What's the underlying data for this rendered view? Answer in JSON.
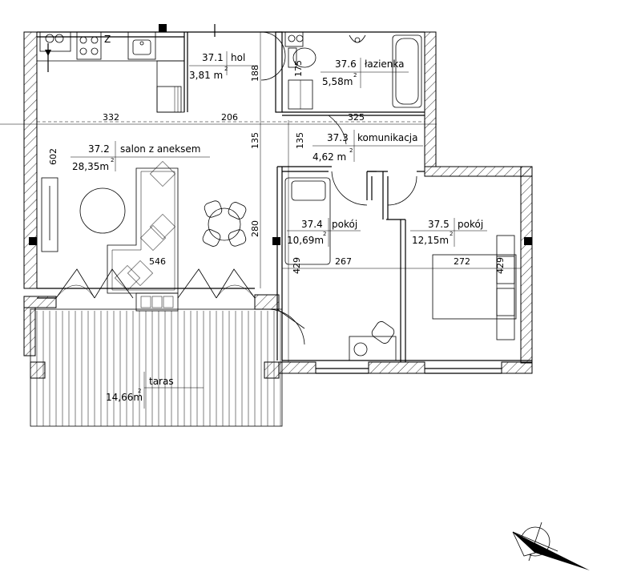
{
  "plan": {
    "rooms": [
      {
        "number": "37.1",
        "name": "hol",
        "area": "3,81 m",
        "unit_exp": "2"
      },
      {
        "number": "37.2",
        "name": "salon z aneksem",
        "area": "28,35m",
        "unit_exp": "2"
      },
      {
        "number": "37.3",
        "name": "komunikacja",
        "area": "4,62 m",
        "unit_exp": "2"
      },
      {
        "number": "37.4",
        "name": "pokój",
        "area": "10,69m",
        "unit_exp": "2"
      },
      {
        "number": "37.5",
        "name": "pokój",
        "area": "12,15m",
        "unit_exp": "2"
      },
      {
        "number": "37.6",
        "name": "łazienka",
        "area": "5,58m",
        "unit_exp": "2"
      }
    ],
    "terrace": {
      "name": "taras",
      "area": "14,66m",
      "unit_exp": "2"
    },
    "dimensions": {
      "d332": "332",
      "d206": "206",
      "d325": "325",
      "d602": "602",
      "d188": "188",
      "d175": "175",
      "d135a": "135",
      "d135b": "135",
      "d546": "546",
      "d280": "280",
      "d429a": "429",
      "d267": "267",
      "d272": "272",
      "d429b": "429"
    },
    "kitchen_marker": "Z"
  },
  "colors": {
    "line": "#000000",
    "background": "#ffffff"
  },
  "icons": {
    "compass": "north-arrow-icon"
  }
}
